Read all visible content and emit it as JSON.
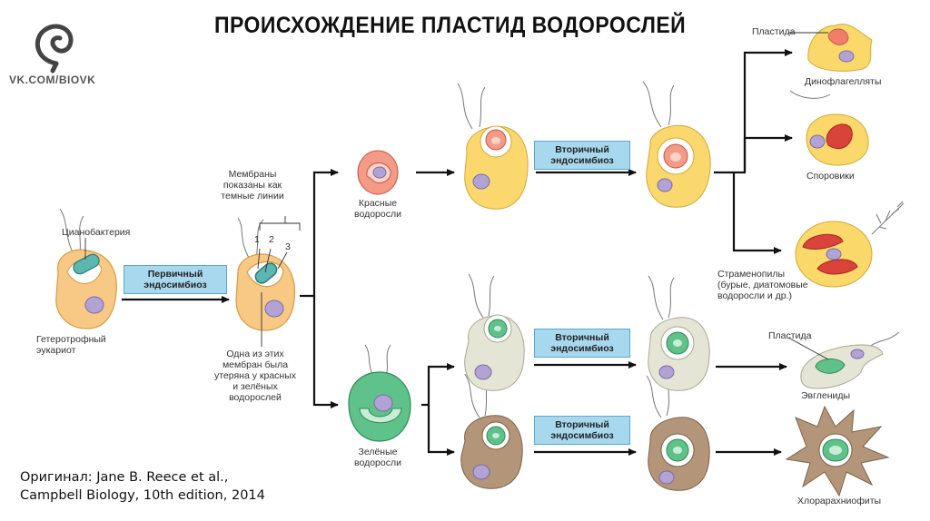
{
  "header": {
    "title": "ПРОИСХОЖДЕНИЕ ПЛАСТИД ВОДОРОСЛЕЙ",
    "brand": "VK.COM/BIOVK"
  },
  "credit": {
    "line1": "Оригинал: Jane B. Reece et al.,",
    "line2": "Campbell Biology, 10th edition, 2014"
  },
  "labels": {
    "cyanobacterium": "Цианобактерия",
    "heterotroph": [
      "Гетеротрофный",
      "эукариот"
    ],
    "membranes": [
      "Мембраны",
      "показаны как",
      "темные линии"
    ],
    "membrane_numbers": [
      "1",
      "2",
      "3"
    ],
    "lost_membrane": [
      "Одна из этих",
      "мембран была",
      "утеряна у красных",
      "и зелёных",
      "водорослей"
    ],
    "red_algae": [
      "Красные",
      "водоросли"
    ],
    "green_algae": [
      "Зелёные",
      "водоросли"
    ],
    "plastid_top": "Пластида",
    "dinoflagellates": "Динофлагелляты",
    "apicomplexans": "Споровики",
    "stramenopiles": [
      "Страменопилы",
      "(бурые, диатомовые",
      "водоросли и др.)"
    ],
    "plastid_euglena": "Пластида",
    "euglenids": "Эвглениды",
    "chlorarachniophytes": "Хлорарахниофиты"
  },
  "boxes": {
    "primary": [
      "Первичный",
      "эндосимбиоз"
    ],
    "secondary": [
      "Вторичный",
      "эндосимбиоз"
    ]
  }
}
